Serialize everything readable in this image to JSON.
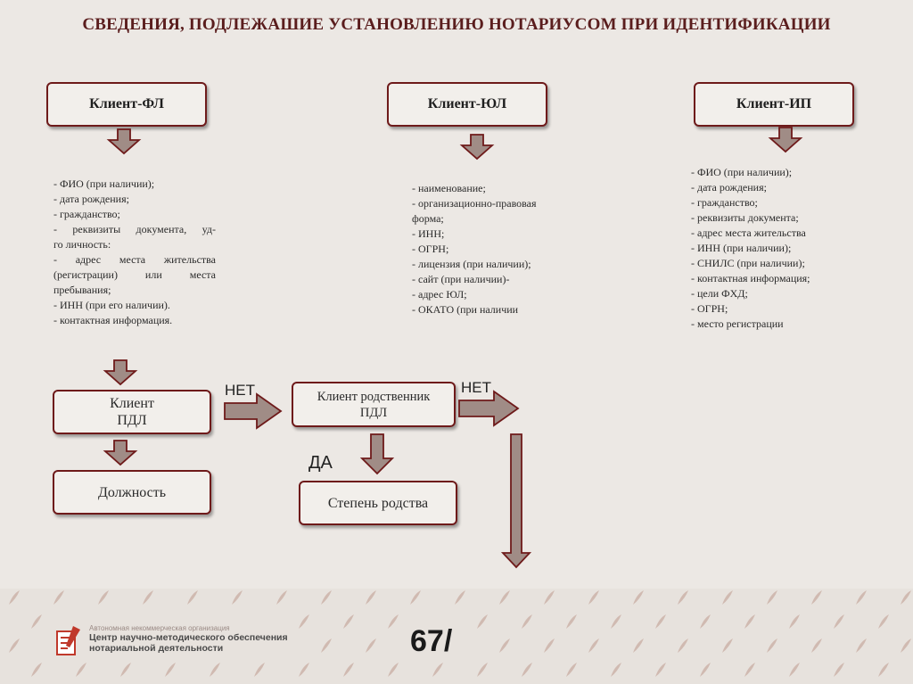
{
  "title": "СВЕДЕНИЯ, ПОДЛЕЖАШИЕ УСТАНОВЛЕНИЮ НОТАРИУСОМ ПРИ ИДЕНТИФИКАЦИИ",
  "colors": {
    "box_border": "#6e1a1a",
    "arrow_fill": "#a08c86",
    "arrow_stroke": "#6e1a1a",
    "title": "#5a1d1d"
  },
  "clients": {
    "fl": {
      "label": "Клиент-ФЛ",
      "items": [
        "- ФИО (при наличии);",
        "- дата рождения;",
        "- гражданство;",
        "- реквизиты документа, уд-",
        "го личность:",
        " - адрес места жительства",
        "(регистрации) или места",
        "пребывания;",
        "- ИНН (при его наличии).",
        "- контактная информация."
      ]
    },
    "ul": {
      "label": "Клиент-ЮЛ",
      "items": [
        "- наименование;",
        "- организационно-правовая",
        "форма;",
        "- ИНН;",
        "- ОГРН;",
        "- лицензия (при наличии);",
        "- сайт (при наличии)-",
        "- адрес ЮЛ;",
        "- ОКАТО (при наличии"
      ]
    },
    "ip": {
      "label": "Клиент-ИП",
      "items": [
        "- ФИО (при наличии);",
        "- дата рождения;",
        "- гражданство;",
        "- реквизиты документа;",
        "- адрес места жительства",
        "- ИНН (при наличии);",
        "- СНИЛС (при наличии);",
        "- контактная информация;",
        "- цели ФХД;",
        "- ОГРН;",
        "- место регистрации"
      ]
    }
  },
  "flow": {
    "client_pdl": [
      "Клиент",
      "ПДЛ"
    ],
    "position": "Должность",
    "relative_pdl": [
      "Клиент родственник",
      "ПДЛ"
    ],
    "relation_degree": "Степень родства",
    "no_label_1": "НЕТ",
    "no_label_2": "НЕТ",
    "yes_label": "ДА"
  },
  "footer": {
    "org_small": "Автономная некоммерческая организация",
    "org_line1": "Центр научно-методического обеспечения",
    "org_line2": "нотариальной деятельности",
    "page": "67/"
  }
}
